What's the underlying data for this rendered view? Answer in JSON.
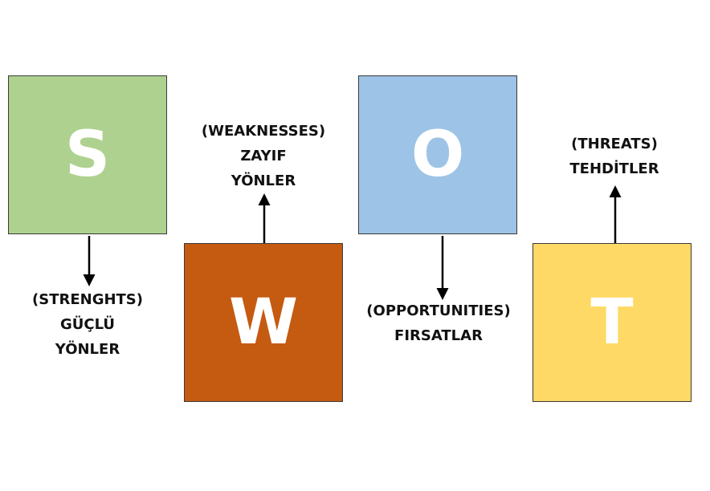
{
  "quadrants": {
    "s": {
      "letter": "S",
      "color": "#aed18f",
      "caption": [
        "(STRENGHTS)",
        "GÜÇLÜ",
        "YÖNLER"
      ]
    },
    "w": {
      "letter": "W",
      "color": "#c55a11",
      "caption": [
        "(WEAKNESSES)",
        "ZAYIF",
        "YÖNLER"
      ]
    },
    "o": {
      "letter": "O",
      "color": "#9dc3e6",
      "caption": [
        "(OPPORTUNITIES)",
        "FIRSATLAR"
      ]
    },
    "t": {
      "letter": "T",
      "color": "#ffd966",
      "caption": [
        "(THREATS)",
        "TEHDİTLER"
      ]
    }
  }
}
